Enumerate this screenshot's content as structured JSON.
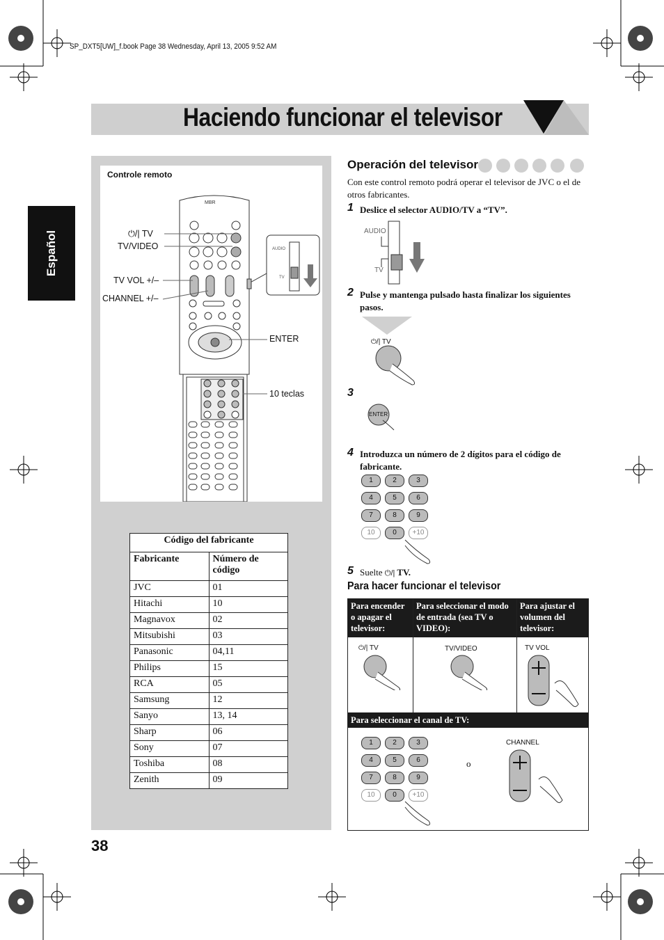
{
  "file_header": "SP_DXT5[UW]_f.book  Page 38  Wednesday, April 13, 2005  9:52 AM",
  "title": "Haciendo funcionar el televisor",
  "side_tab": "Español",
  "page_number": "38",
  "remote": {
    "caption": "Controle remoto",
    "labels": {
      "power_tv": "TV",
      "tv_video": "TV/VIDEO",
      "tv_vol": "TV VOL +/–",
      "channel": "CHANNEL +/–",
      "enter": "ENTER",
      "ten_keys": "10 teclas",
      "audio": "AUDIO",
      "tv": "TV"
    }
  },
  "code_table": {
    "title": "Código del fabricante",
    "col_maker": "Fabricante",
    "col_code": "Número de código",
    "rows": [
      {
        "maker": "JVC",
        "code": "01"
      },
      {
        "maker": "Hitachi",
        "code": "10"
      },
      {
        "maker": "Magnavox",
        "code": "02"
      },
      {
        "maker": "Mitsubishi",
        "code": "03"
      },
      {
        "maker": "Panasonic",
        "code": "04,11"
      },
      {
        "maker": "Philips",
        "code": "15"
      },
      {
        "maker": "RCA",
        "code": "05"
      },
      {
        "maker": "Samsung",
        "code": "12"
      },
      {
        "maker": "Sanyo",
        "code": "13, 14"
      },
      {
        "maker": "Sharp",
        "code": "06"
      },
      {
        "maker": "Sony",
        "code": "07"
      },
      {
        "maker": "Toshiba",
        "code": "08"
      },
      {
        "maker": "Zenith",
        "code": "09"
      }
    ]
  },
  "section": {
    "heading": "Operación del televisor",
    "intro": "Con este control remoto podrá operar el televisor de JVC o el de otros fabricantes.",
    "steps": [
      {
        "num": "1",
        "text": "Deslice el selector AUDIO/TV a “TV”."
      },
      {
        "num": "2",
        "text": "Pulse y mantenga pulsado hasta finalizar los siguientes pasos."
      },
      {
        "num": "3",
        "text": ""
      },
      {
        "num": "4",
        "text": "Introduzca un número de 2 dígitos para el código de fabricante."
      },
      {
        "num": "5",
        "text_before": "Suelte",
        "text_after": "TV."
      }
    ],
    "step1_audio": "AUDIO",
    "step1_tv": "TV",
    "step2_label": "TV",
    "step3_enter": "ENTER",
    "keypad": [
      "1",
      "2",
      "3",
      "4",
      "5",
      "6",
      "7",
      "8",
      "9",
      "10",
      "0",
      "+10"
    ]
  },
  "ops": {
    "heading": "Para hacer funcionar el televisor",
    "col1": "Para encender o apagar el televisor:",
    "col2": "Para seleccionar el modo de entrada (sea TV o VIDEO):",
    "col3": "Para ajustar el volumen del televisor:",
    "col1_label": "TV",
    "col2_label": "TV/VIDEO",
    "col3_label": "TV VOL",
    "channel_bar": "Para seleccionar el canal de TV:",
    "channel_label": "CHANNEL",
    "or": "o"
  }
}
